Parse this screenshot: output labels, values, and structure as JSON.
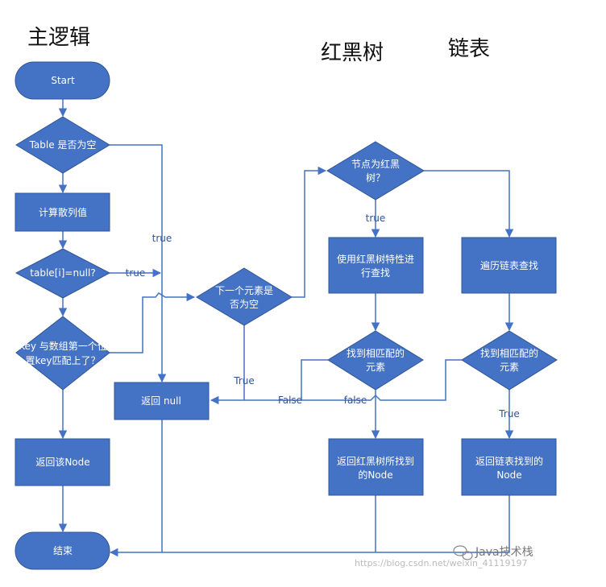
{
  "headings": {
    "main_logic": "主逻辑",
    "red_black_tree": "红黑树",
    "linked_list": "链表"
  },
  "nodes": {
    "start": "Start",
    "table_empty_check": "Table 是否为空",
    "compute_hash": "计算散列值",
    "bucket_null_check": "table[i]=null?",
    "key_match_line1": "Key 与数组第一个位",
    "key_match_line2": "置key匹配上了？",
    "return_this_node": "返回该Node",
    "end": "结束",
    "next_element_line1": "下一个元素是",
    "next_element_line2": "否为空",
    "return_null": "返回 null",
    "is_tree_line1": "节点为红黑",
    "is_tree_line2": "树？",
    "tree_search_line1": "使用红黑树特性进",
    "tree_search_line2": "行查找",
    "tree_match_line1": "找到相匹配的",
    "tree_match_line2": "元素",
    "tree_return_line1": "返回红黑树所找到",
    "tree_return_line2": "的Node",
    "list_traverse": "遍历链表查找",
    "list_match_line1": "找到相匹配的",
    "list_match_line2": "元素",
    "list_return_line1": "返回链表找到的",
    "list_return_line2": "Node"
  },
  "edge_labels": {
    "table_empty_true": "true",
    "bucket_null_true": "true",
    "next_empty_true": "True",
    "tree_true": "true",
    "tree_match_false": "False",
    "list_match_false": "false",
    "list_match_true": "True"
  },
  "watermark": {
    "brand": "Java技术栈",
    "url": "https://blog.csdn.net/weixin_41119197"
  },
  "colors": {
    "shape_fill": "#4472C4",
    "shape_stroke": "#2F5597",
    "connector": "#4472C4"
  }
}
